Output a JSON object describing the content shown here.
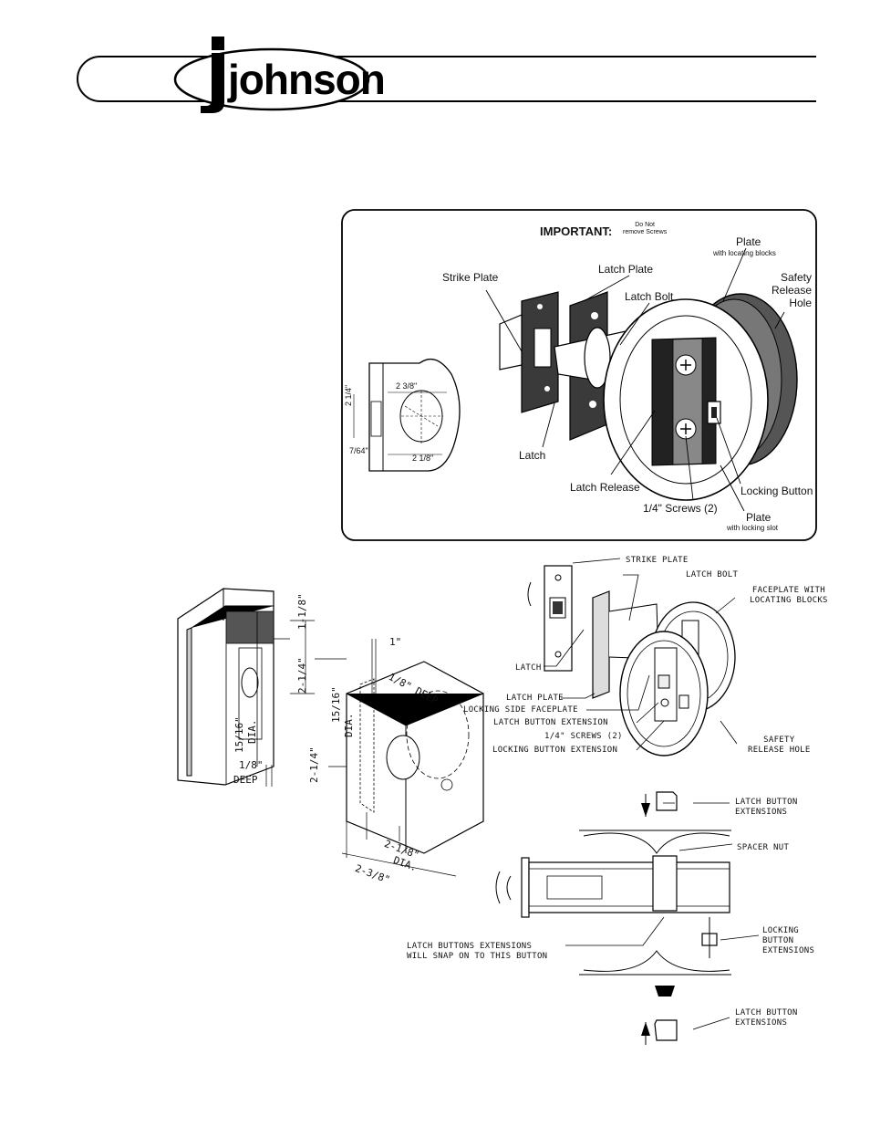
{
  "header": {
    "brand": "johnson"
  },
  "inset": {
    "important_label": "IMPORTANT:",
    "important_note_line1": "Do Not",
    "important_note_line2": "remove Screws",
    "strike_plate": "Strike Plate",
    "latch_plate": "Latch Plate",
    "latch_bolt": "Latch Bolt",
    "plate_top": "Plate",
    "plate_top_sub": "with locating blocks",
    "safety_1": "Safety",
    "safety_2": "Release",
    "safety_3": "Hole",
    "latch": "Latch",
    "latch_release": "Latch Release",
    "screws": "1/4\" Screws (2)",
    "locking_button": "Locking Button",
    "plate_bottom": "Plate",
    "plate_bottom_sub": "with locking slot",
    "dims": {
      "d1": "2 3/8\"",
      "d2": "2 1/4\"",
      "d3": "7/64\"",
      "d4": "2 1/8\""
    }
  },
  "prep": {
    "d_118": "1-1/8\"",
    "d_214": "2-1/4\"",
    "d_1516": "15/16\"",
    "d_dia": "DIA.",
    "d_18deep": "1/8\"",
    "d_deep": "DEEP",
    "d_1": "1\"",
    "d_18deep_top": "1/8\" DEEP",
    "d_1516_b": "15/16\"",
    "d_dia_b": "DIA.",
    "d_214_b": "2-1/4\"",
    "d_218": "2-1/8\"",
    "d_dia_c": "DIA.",
    "d_238": "2-3/8\""
  },
  "exploded": {
    "strike_plate": "STRIKE PLATE",
    "latch_bolt": "LATCH BOLT",
    "faceplate_1": "FACEPLATE WITH",
    "faceplate_2": "LOCATING BLOCKS",
    "latch": "LATCH",
    "latch_plate": "LATCH PLATE",
    "locking_side": "LOCKING SIDE FACEPLATE",
    "latch_button_ext": "LATCH BUTTON EXTENSION",
    "screws": "1/4\" SCREWS (2)",
    "locking_button_ext": "LOCKING BUTTON EXTENSION",
    "safety_1": "SAFETY",
    "safety_2": "RELEASE HOLE"
  },
  "section": {
    "latch_button_ext_top_1": "LATCH BUTTON",
    "latch_button_ext_top_2": "EXTENSIONS",
    "spacer_nut": "SPACER NUT",
    "snap_1": "LATCH BUTTONS EXTENSIONS",
    "snap_2": "WILL SNAP ON TO THIS BUTTON",
    "locking_1": "LOCKING",
    "locking_2": "BUTTON",
    "locking_3": "EXTENSIONS",
    "latch_button_ext_bot_1": "LATCH BUTTON",
    "latch_button_ext_bot_2": "EXTENSIONS"
  }
}
